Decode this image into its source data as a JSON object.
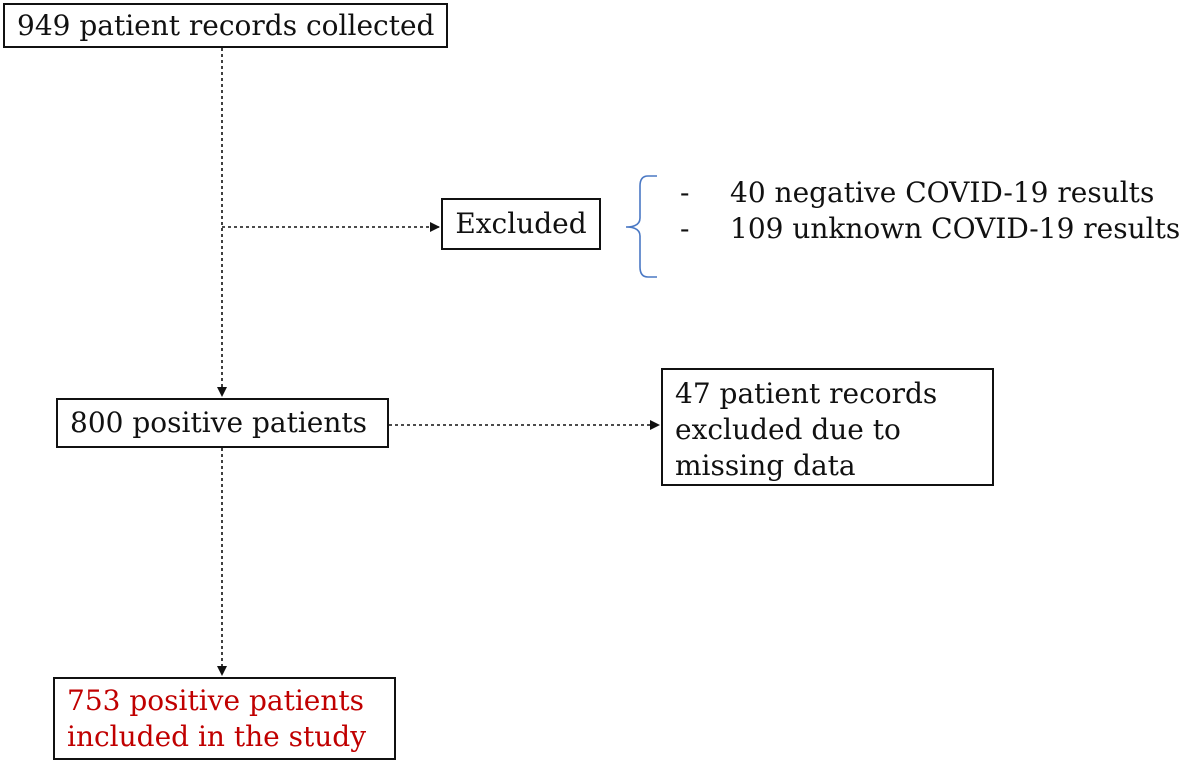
{
  "colors": {
    "line": "#111111",
    "brace": "#4a78c4",
    "accent": "#c00000"
  },
  "boxes": {
    "collected": "949 patient records collected",
    "excluded": "Excluded",
    "positive": "800 positive patients",
    "missing": [
      "47 patient records",
      "excluded due to",
      "missing data"
    ],
    "included": [
      "753 positive patients",
      "included in the study"
    ]
  },
  "exclusion_reasons": [
    "40 negative COVID-19 results",
    "109 unknown COVID-19 results"
  ],
  "bullet": "-"
}
